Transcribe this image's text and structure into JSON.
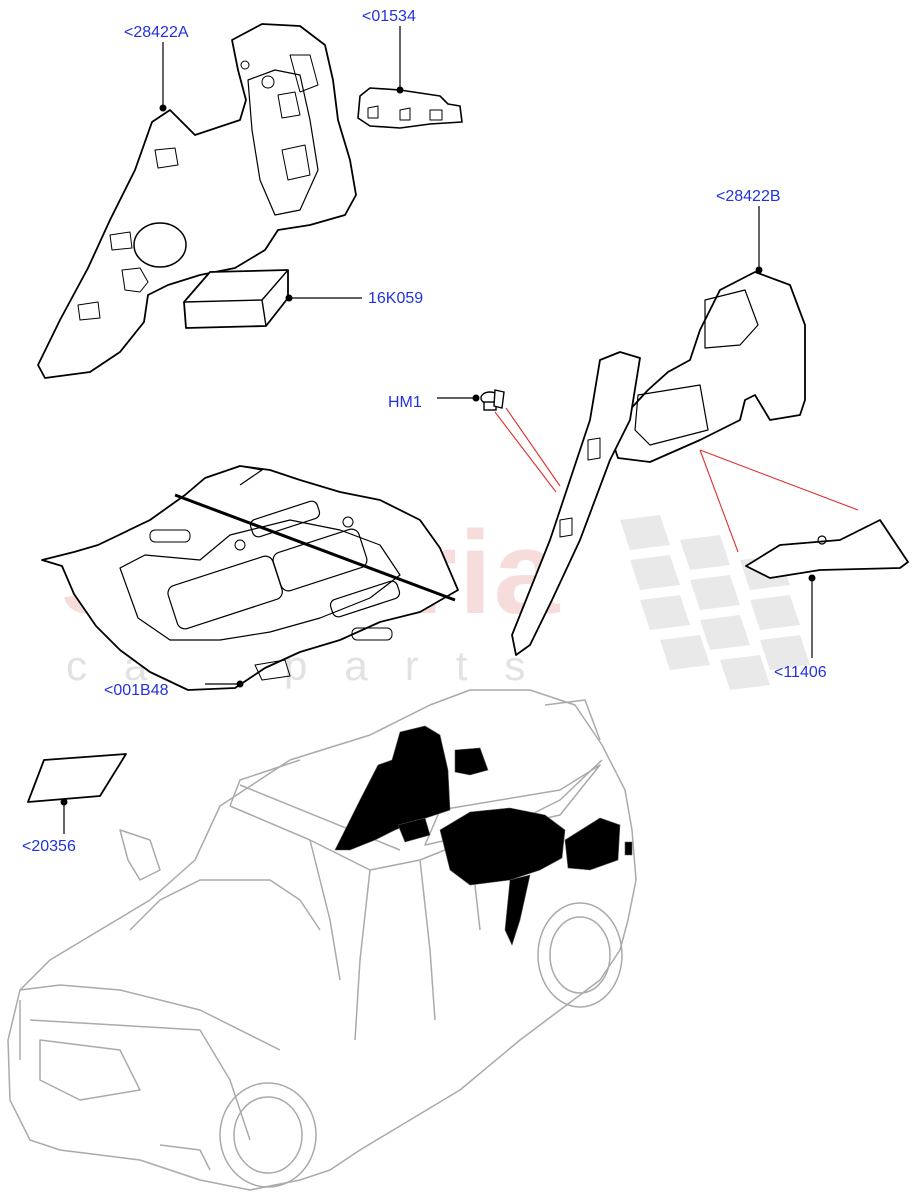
{
  "watermark": {
    "brand": "scuderia",
    "tagline": "car parts"
  },
  "parts": [
    {
      "id": "28422A",
      "label": "<28422A"
    },
    {
      "id": "01534",
      "label": "<01534"
    },
    {
      "id": "16K059",
      "label": "16K059"
    },
    {
      "id": "28422B",
      "label": "<28422B"
    },
    {
      "id": "HM1",
      "label": "HM1"
    },
    {
      "id": "001B48",
      "label": "<001B48"
    },
    {
      "id": "11406",
      "label": "<11406"
    },
    {
      "id": "20356",
      "label": "<20356"
    }
  ],
  "colors": {
    "label": "#2233dd",
    "line": "#000000",
    "callout": "#e03030",
    "vehicle_outline": "#aaaaaa",
    "highlight": "#000000"
  }
}
